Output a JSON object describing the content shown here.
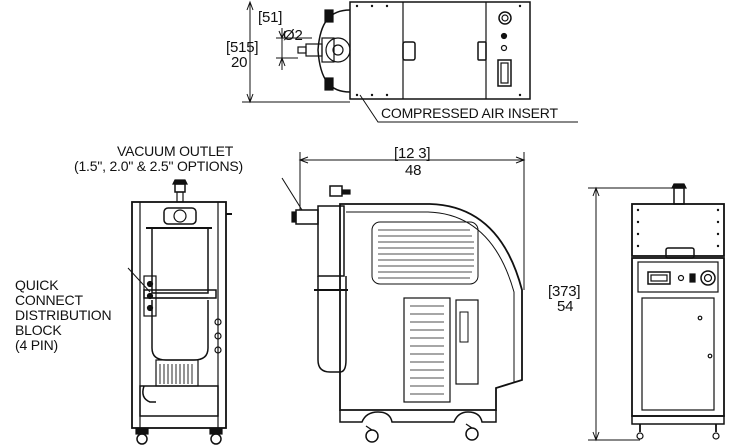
{
  "top_view": {
    "dim_bracket": "[51]",
    "dim_diameter": "Ø2",
    "height_bracket": "[515]",
    "height_value": "20",
    "callout": "COMPRESSED AIR INSERT"
  },
  "side_view": {
    "outlet_line1": "VACUUM OUTLET",
    "outlet_line2": "(1.5\", 2.0\" & 2.5\" OPTIONS)",
    "width_bracket": "[12 3]",
    "width_value": "48"
  },
  "front_view": {
    "callout_lines": [
      "QUICK",
      "CONNECT",
      "DISTRIBUTION",
      "BLOCK",
      "(4 PIN)"
    ]
  },
  "rear_view": {
    "height_bracket": "[373]",
    "height_value": "54"
  }
}
